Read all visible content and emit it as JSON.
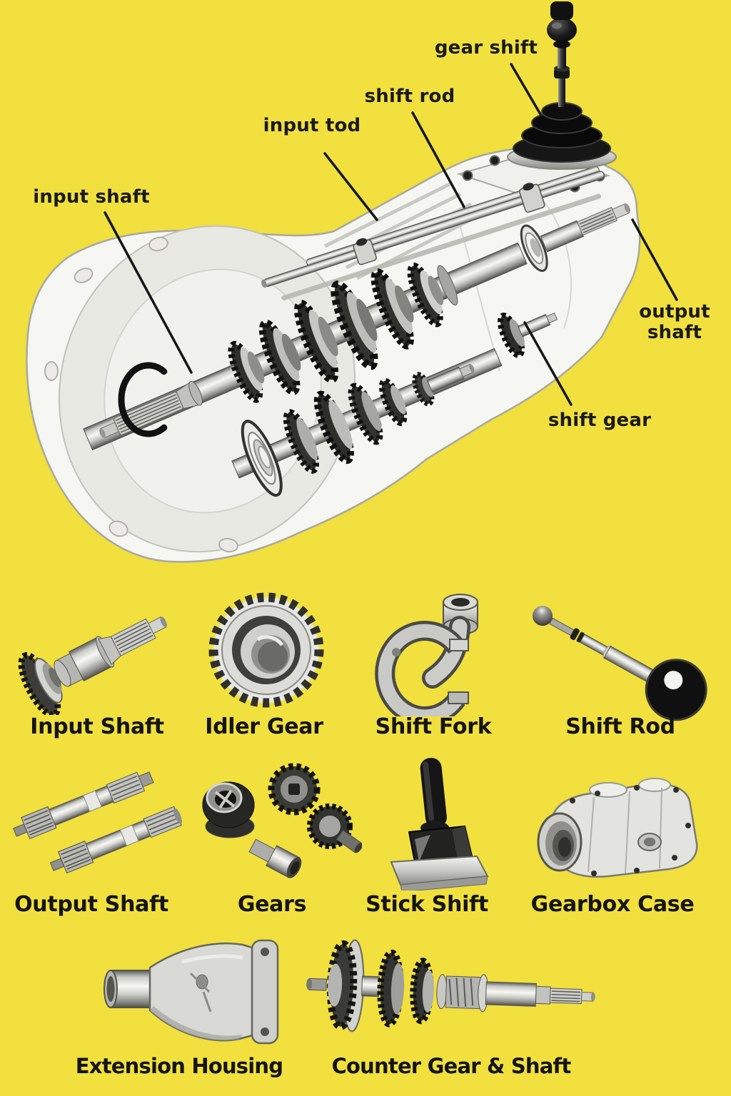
{
  "colors": {
    "background": "#F1E03E",
    "label_text": "#1A1A1A",
    "line_color": "#161616"
  },
  "main_diagram": {
    "name": "manual transmission gearbox cutaway",
    "callouts": [
      {
        "id": "gear-shift",
        "label": "gear shift"
      },
      {
        "id": "shift-rod",
        "label": "shift rod"
      },
      {
        "id": "input-tod",
        "label": "input tod"
      },
      {
        "id": "input-shaft",
        "label": "input shaft"
      },
      {
        "id": "output-shaft",
        "label": "output shaft"
      },
      {
        "id": "shift-gear",
        "label": "shift gear"
      }
    ]
  },
  "parts": [
    {
      "label": "Input Shaft",
      "image": "input-shaft-illustration"
    },
    {
      "label": "Idler Gear",
      "image": "idler-gear-illustration"
    },
    {
      "label": "Shift Fork",
      "image": "shift-fork-illustration"
    },
    {
      "label": "Shift Rod",
      "image": "shift-rod-illustration"
    },
    {
      "label": "Output Shaft",
      "image": "output-shaft-illustration"
    },
    {
      "label": "Gears",
      "image": "gears-illustration"
    },
    {
      "label": "Stick Shift",
      "image": "stick-shift-illustration"
    },
    {
      "label": "Gearbox Case",
      "image": "gearbox-case-illustration"
    },
    {
      "label": "Extension Housing",
      "image": "extension-housing-illustration"
    },
    {
      "label": "Counter Gear & Shaft",
      "image": "counter-gear-shaft-illustration"
    }
  ]
}
